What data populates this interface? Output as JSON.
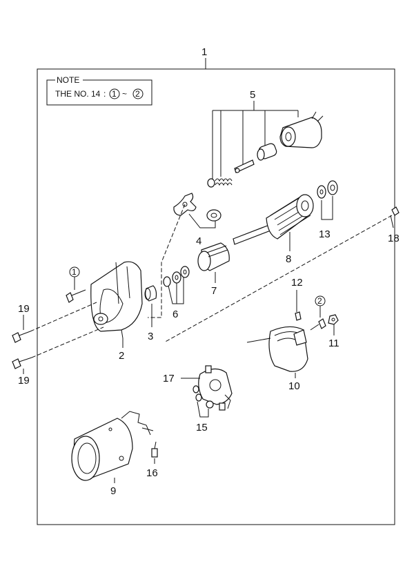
{
  "note": {
    "heading": "NOTE",
    "prefix": "THE NO.",
    "number": "14",
    "separator": ":",
    "range_start": "1",
    "tilde": "~",
    "range_end": "2"
  },
  "callouts": {
    "c1": "1",
    "c2": "2",
    "c3": "3",
    "c4": "4",
    "c5": "5",
    "c6": "6",
    "c7": "7",
    "c8": "8",
    "c9": "9",
    "c10": "10",
    "c11": "11",
    "c12": "12",
    "c13": "13",
    "c15": "15",
    "c16": "16",
    "c17": "17",
    "c18": "18",
    "c19a": "19",
    "c19b": "19",
    "circled_1": "1",
    "circled_2": "2"
  }
}
